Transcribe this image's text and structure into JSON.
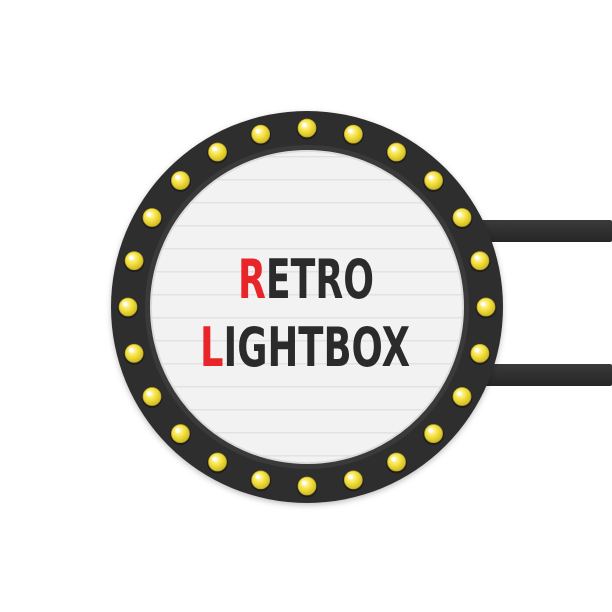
{
  "sign": {
    "line1": {
      "first_letter": "R",
      "rest": "ETRO"
    },
    "line2": {
      "first_letter": "L",
      "rest": "IGHTBOX"
    }
  },
  "colors": {
    "frame": "#2f2f2f",
    "arm": "#333333",
    "panel": "#f2f2f2",
    "accent_letter": "#e8262a",
    "text": "#2b2b2b",
    "bulb": "#f5e23a",
    "bulb_rim": "#b9a62a"
  },
  "icons": {
    "bulbs": "marquee-bulb-icon"
  }
}
